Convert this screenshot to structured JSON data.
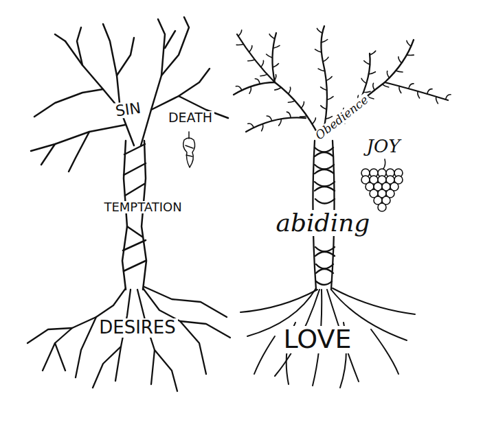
{
  "diagram": {
    "labels": [
      "SIN",
      "DEATH",
      "TEMPTATION",
      "DESIRES",
      "Obedience",
      "JOY",
      "abiding",
      "LOVE"
    ]
  }
}
